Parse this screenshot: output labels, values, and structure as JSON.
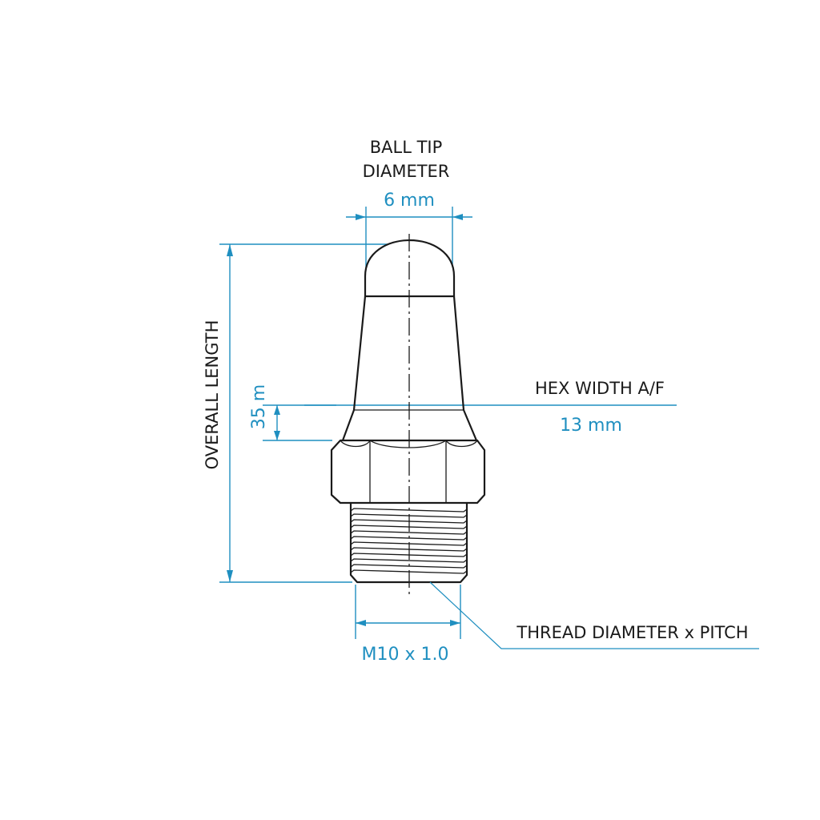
{
  "labels": {
    "ball_tip_line1": "BALL TIP",
    "ball_tip_line2": "DIAMETER",
    "ball_tip_value": "6 mm",
    "overall_length": "OVERALL LENGTH",
    "overall_value": "35 m",
    "hex_width": "HEX WIDTH A/F",
    "hex_value": "13 mm",
    "thread_label": "THREAD DIAMETER x PITCH",
    "thread_value": "M10 x 1.0"
  },
  "colors": {
    "outline": "#1a1a1a",
    "dimension": "#1f8fc0",
    "background": "#ffffff"
  }
}
